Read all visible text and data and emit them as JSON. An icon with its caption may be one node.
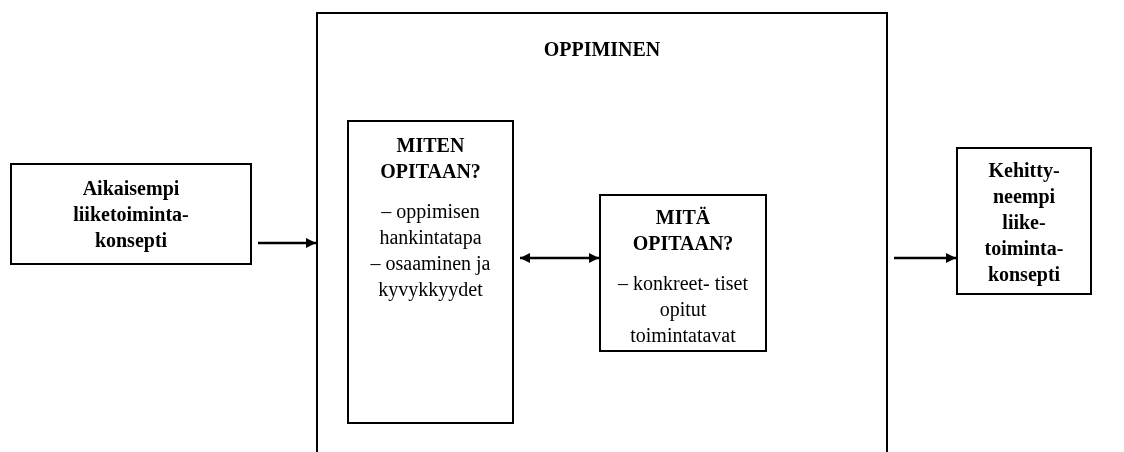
{
  "diagram": {
    "nodes": [
      {
        "text": [
          "Aikaisempi liiketoiminta- konsepti"
        ]
      },
      {
        "text": [
          "OPPIMINEN"
        ]
      },
      {
        "text": [
          "MITEN OPITAAN?",
          "– oppimisen hankintatapa",
          "– osaaminen ja kyvykkyydet"
        ],
        "in": 1
      },
      {
        "text": [
          "MITÄ OPITAAN?",
          "– konkreet- tiset opitut toimintatavat"
        ],
        "in": 1
      },
      {
        "text": [
          "Kehitty- neempi liike- toiminta- konsepti"
        ]
      }
    ],
    "edges": [
      {
        "from": 0,
        "to": 1,
        "arrow": "to"
      },
      {
        "from": 2,
        "to": 3,
        "arrow": "both"
      },
      {
        "from": 1,
        "to": 4,
        "arrow": "to"
      }
    ]
  }
}
